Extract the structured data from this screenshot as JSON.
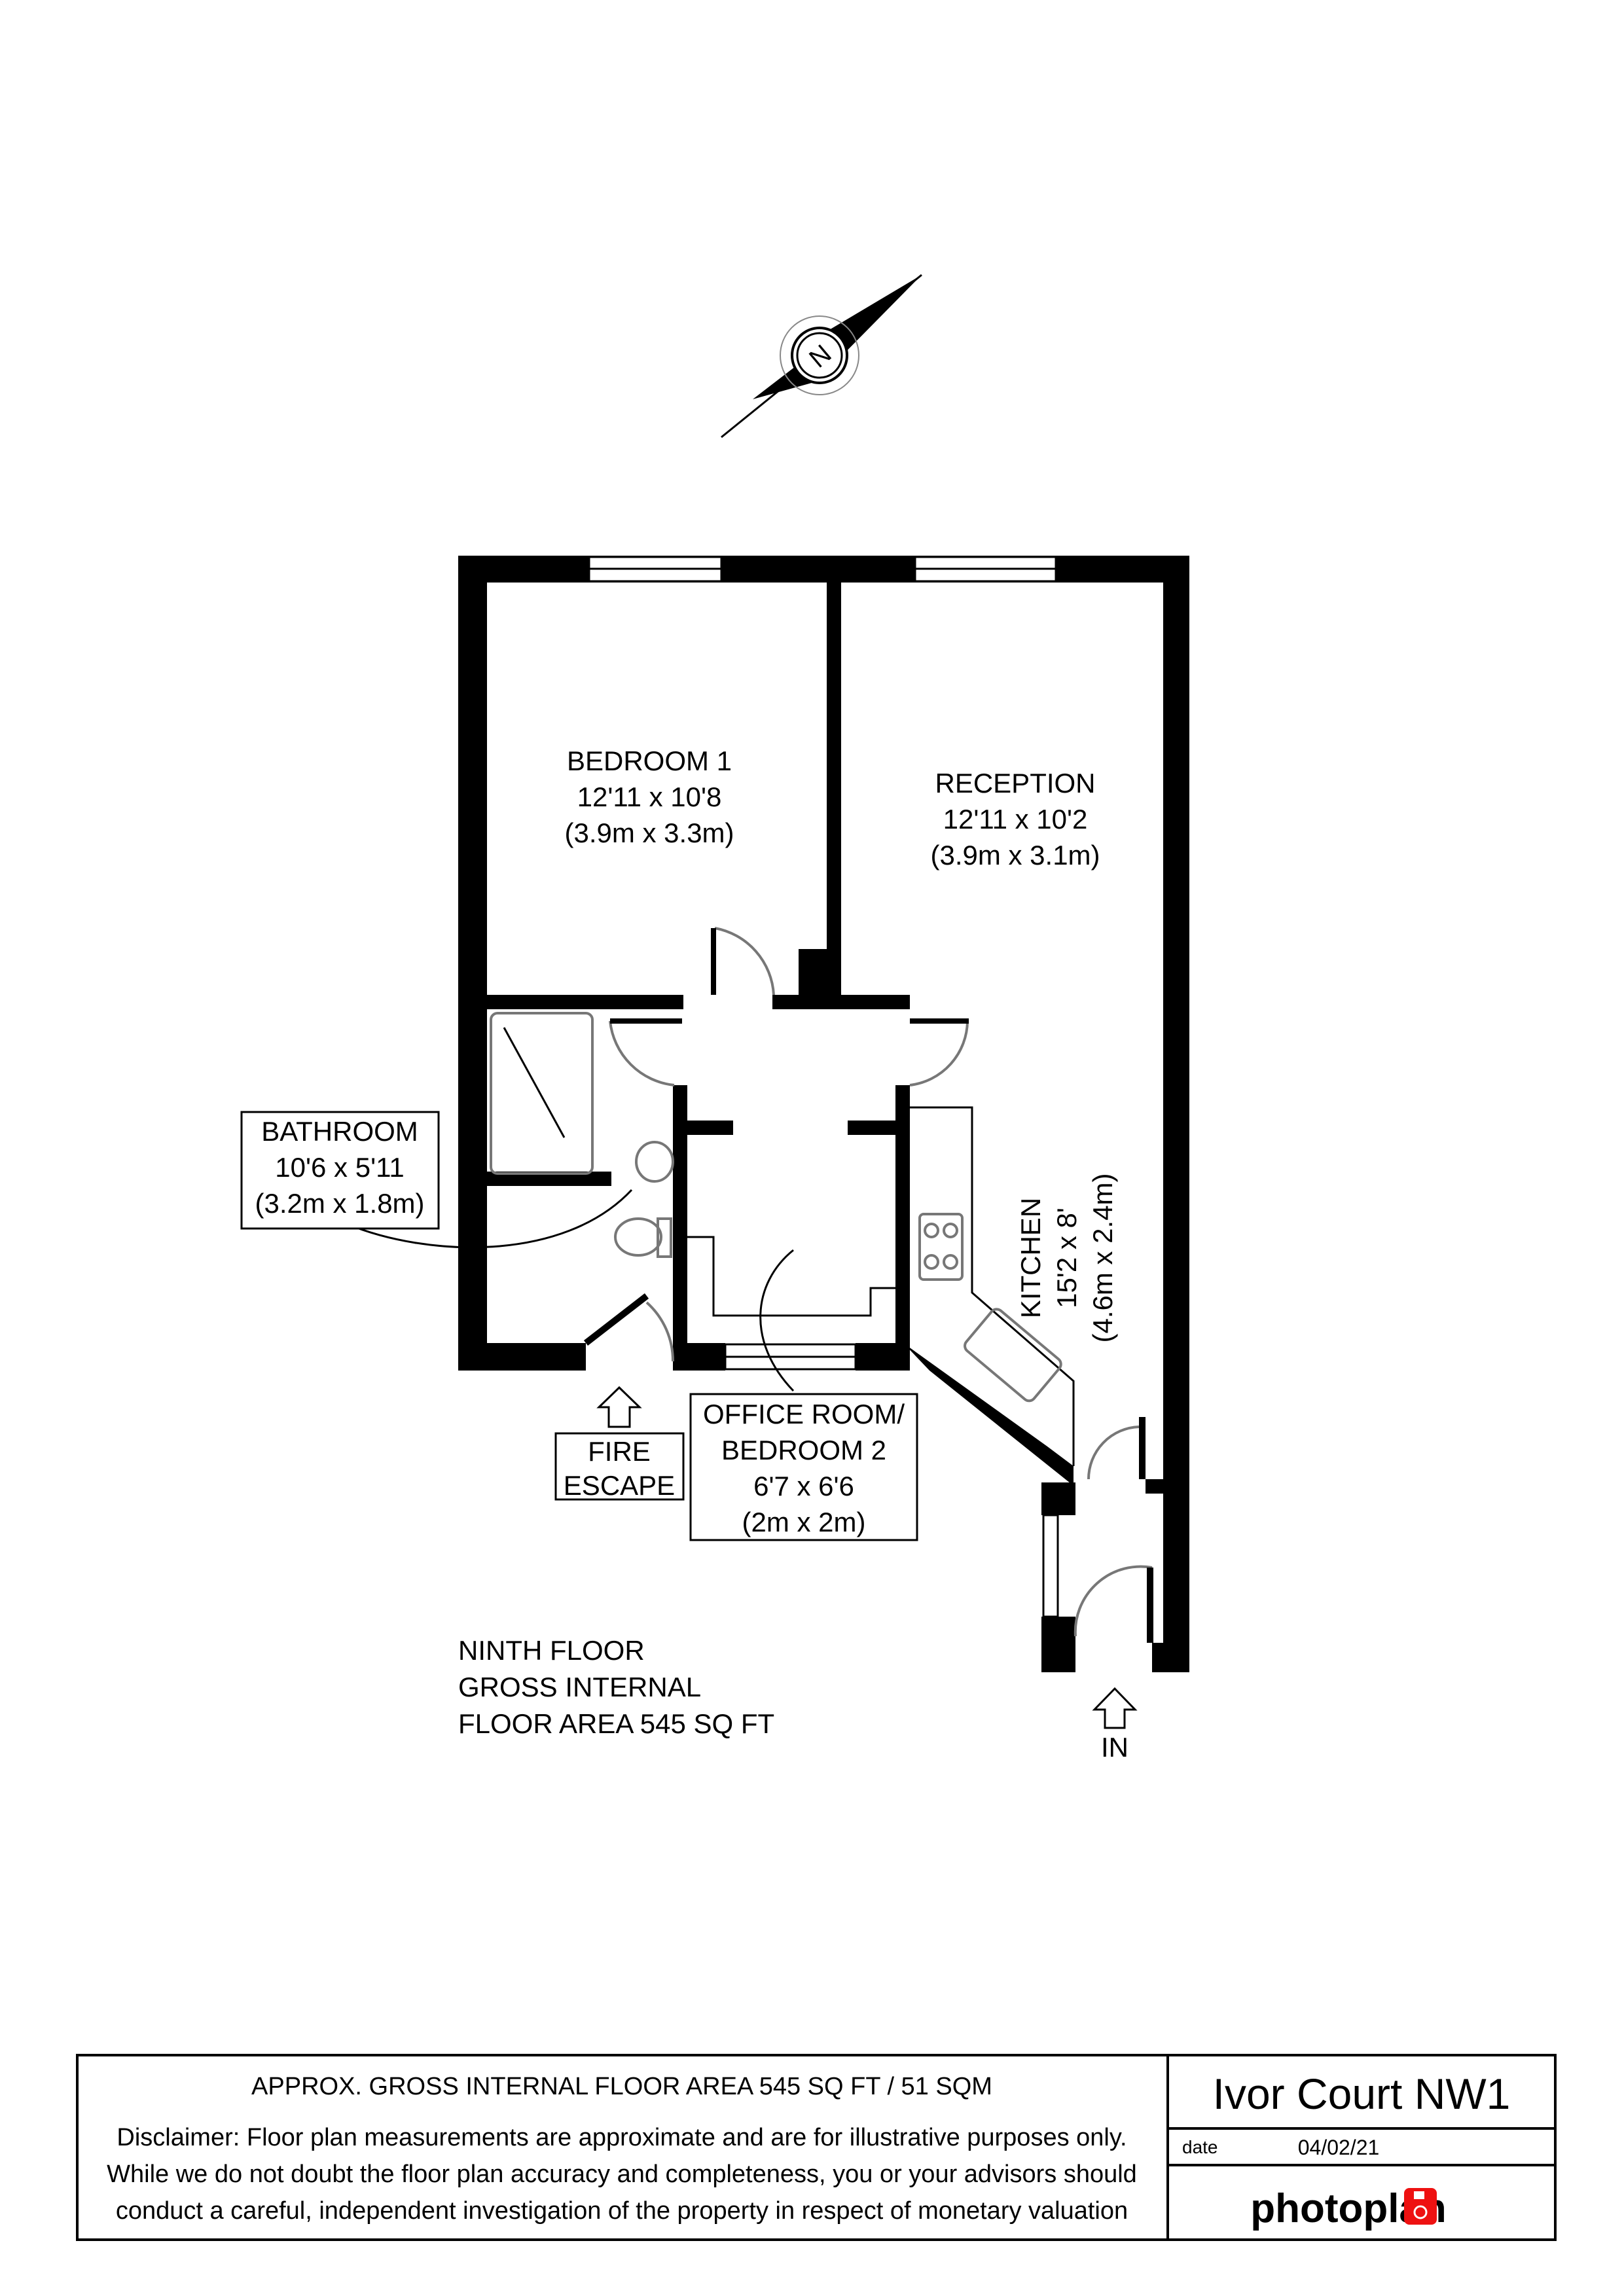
{
  "compass": {
    "label": "N"
  },
  "rooms": {
    "bedroom1": {
      "name": "BEDROOM 1",
      "imperial": "12'11 x 10'8",
      "metric": "(3.9m x 3.3m)"
    },
    "reception": {
      "name": "RECEPTION",
      "imperial": "12'11 x 10'2",
      "metric": "(3.9m x 3.1m)"
    },
    "kitchen": {
      "name": "KITCHEN",
      "imperial": "15'2 x 8'",
      "metric": "(4.6m x 2.4m)"
    },
    "bathroom": {
      "name": "BATHROOM",
      "imperial": "10'6 x 5'11",
      "metric": "(3.2m x 1.8m)"
    },
    "office": {
      "name_line1": "OFFICE ROOM/",
      "name_line2": "BEDROOM 2",
      "imperial": "6'7 x 6'6",
      "metric": "(2m x 2m)"
    }
  },
  "markers": {
    "fire_escape_line1": "FIRE",
    "fire_escape_line2": "ESCAPE",
    "entrance": "IN"
  },
  "floor_info": {
    "line1": "NINTH FLOOR",
    "line2": "GROSS INTERNAL",
    "line3": "FLOOR AREA 545 SQ FT"
  },
  "footer": {
    "area": "APPROX. GROSS INTERNAL FLOOR AREA 545 SQ FT / 51 SQM",
    "disclaimer_line1": "Disclaimer: Floor plan measurements are approximate and are for illustrative purposes only.",
    "disclaimer_line2": "While we do not doubt the floor plan accuracy and completeness, you or your advisors should",
    "disclaimer_line3": "conduct a careful, independent investigation of the property in respect of monetary valuation",
    "property": "Ivor Court NW1",
    "date_label": "date",
    "date": "04/02/21",
    "brand": "photoplan",
    "brand_color": "#ee1111"
  }
}
